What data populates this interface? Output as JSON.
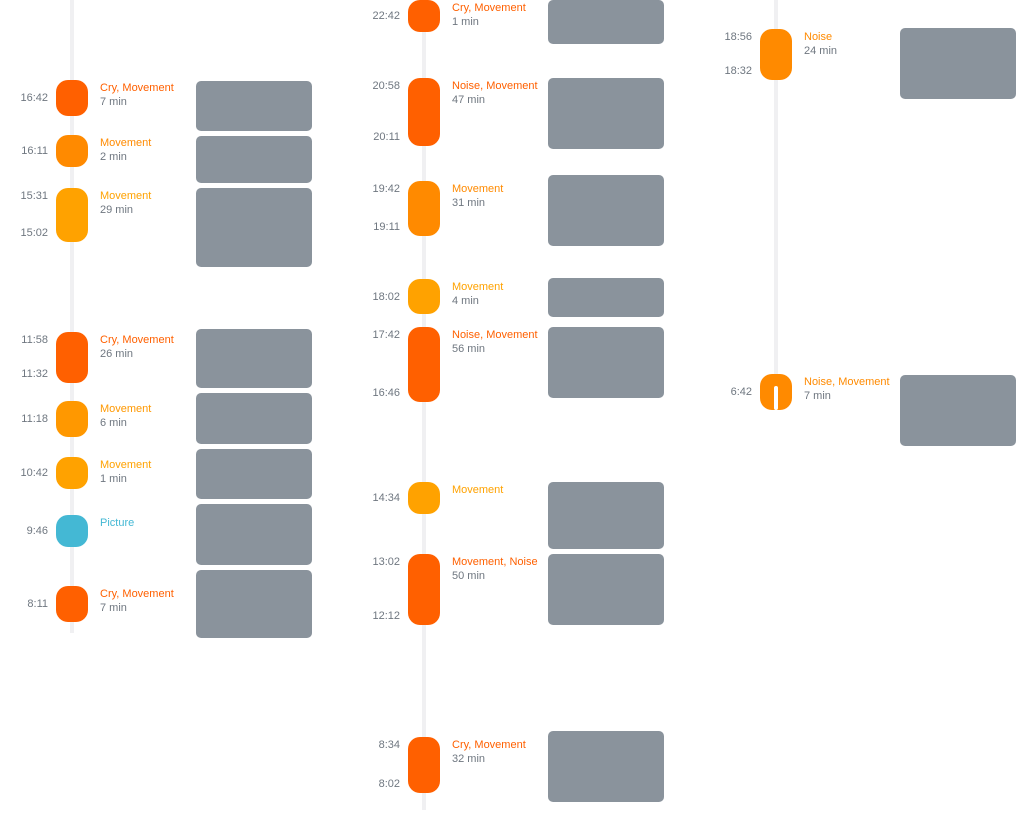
{
  "colors": {
    "deep": "#ff6000",
    "mid": "#ff8a00",
    "orange2": "#ff9800",
    "amber": "#ffa200",
    "blue": "#44b8d4",
    "thumb": "#8a939c"
  },
  "columns": [
    {
      "events": [
        {
          "time_start": "16:42",
          "label": "Cry, Movement",
          "duration": "7 min",
          "color": "deep"
        },
        {
          "time_start": "16:11",
          "label": "Movement",
          "duration": "2 min",
          "color": "mid"
        },
        {
          "time_start": "15:31",
          "time_end": "15:02",
          "label": "Movement",
          "duration": "29 min",
          "color": "amber"
        },
        {
          "time_start": "11:58",
          "time_end": "11:32",
          "label": "Cry, Movement",
          "duration": "26 min",
          "color": "deep"
        },
        {
          "time_start": "11:18",
          "label": "Movement",
          "duration": "6 min",
          "color": "orange2"
        },
        {
          "time_start": "10:42",
          "label": "Movement",
          "duration": "1 min",
          "color": "amber"
        },
        {
          "time_start": "9:46",
          "label": "Picture",
          "color": "blue"
        },
        {
          "time_start": "8:11",
          "label": "Cry, Movement",
          "duration": "7 min",
          "color": "deep"
        }
      ]
    },
    {
      "events": [
        {
          "time_start": "22:42",
          "label": "Cry, Movement",
          "duration": "1 min",
          "color": "deep"
        },
        {
          "time_start": "20:58",
          "time_end": "20:11",
          "label": "Noise, Movement",
          "duration": "47 min",
          "color": "deep"
        },
        {
          "time_start": "19:42",
          "time_end": "19:11",
          "label": "Movement",
          "duration": "31 min",
          "color": "mid"
        },
        {
          "time_start": "18:02",
          "label": "Movement",
          "duration": "4 min",
          "color": "amber"
        },
        {
          "time_start": "17:42",
          "time_end": "16:46",
          "label": "Noise, Movement",
          "duration": "56 min",
          "color": "deep"
        },
        {
          "time_start": "14:34",
          "label": "Movement",
          "color": "amber"
        },
        {
          "time_start": "13:02",
          "time_end": "12:12",
          "label": "Movement, Noise",
          "duration": "50 min",
          "color": "deep"
        },
        {
          "time_start": "8:34",
          "time_end": "8:02",
          "label": "Cry, Movement",
          "duration": "32 min",
          "color": "deep"
        }
      ]
    },
    {
      "events": [
        {
          "time_start": "18:56",
          "time_end": "18:32",
          "label": "Noise",
          "duration": "24 min",
          "color": "mid"
        },
        {
          "time_start": "6:42",
          "label": "Noise, Movement",
          "duration": "7 min",
          "color": "mid",
          "active": true
        }
      ]
    }
  ]
}
